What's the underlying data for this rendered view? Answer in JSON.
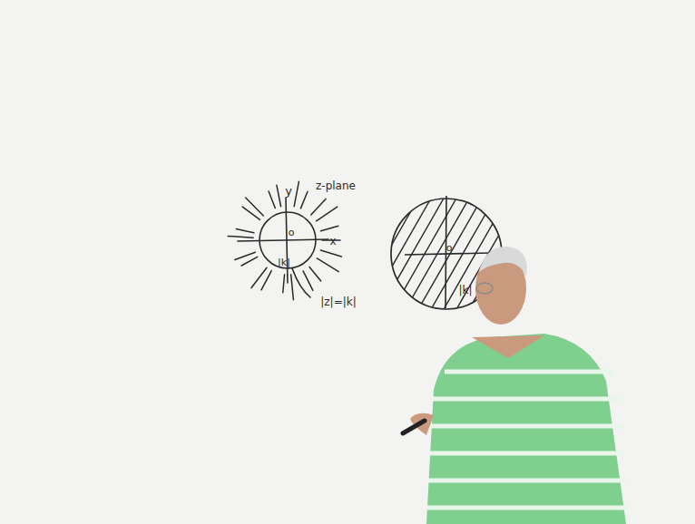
{
  "diagram": {
    "labels": [
      "y",
      "z-plane",
      "x",
      "o",
      "|k|",
      "|z|=|k|",
      "o",
      "|k|"
    ]
  }
}
